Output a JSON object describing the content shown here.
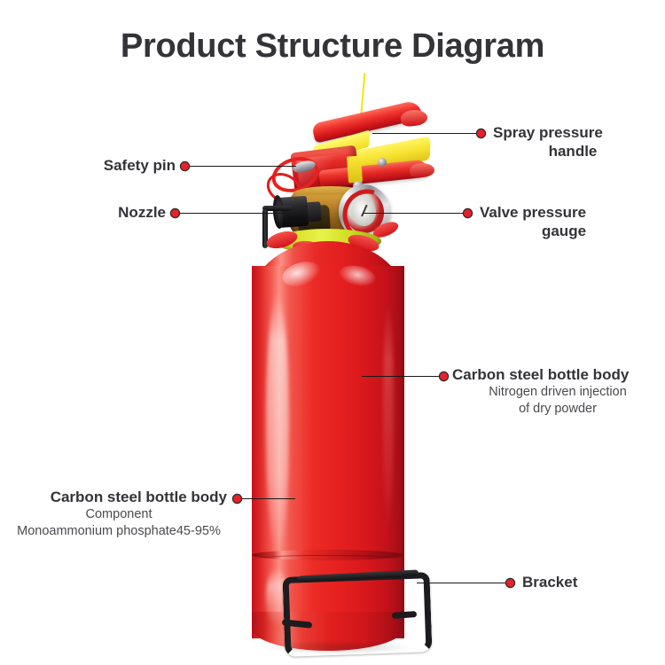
{
  "title": "Product Structure Diagram",
  "product": {
    "name": "fire-extinguisher",
    "colors": {
      "cylinder_red": "#e21e1e",
      "dot_red": "#e8202a",
      "collar_yellow": "#e9f24a",
      "tag_yellow": "#f7e32a",
      "bracket_black": "#1c1c1f",
      "title_gray": "#333338",
      "leader_line": "#1a1a1a",
      "background": "#ffffff"
    }
  },
  "callouts": [
    {
      "id": "spray-pressure-handle",
      "main": "Spray pressure",
      "main2": "handle",
      "sub": [],
      "side": "right"
    },
    {
      "id": "safety-pin",
      "main": "Safety pin",
      "sub": [],
      "side": "left"
    },
    {
      "id": "nozzle",
      "main": "Nozzle",
      "sub": [],
      "side": "left"
    },
    {
      "id": "valve-pressure-gauge",
      "main": "Valve pressure",
      "main2": "gauge",
      "sub": [],
      "side": "right"
    },
    {
      "id": "carbon-steel-bottle-body-right",
      "main": "Carbon steel bottle body",
      "sub": [
        "Nitrogen driven injection",
        "of dry powder"
      ],
      "side": "right"
    },
    {
      "id": "carbon-steel-bottle-body-left",
      "main": "Carbon steel bottle body",
      "sub": [
        "Component",
        "Monoammonium phosphate45-95%"
      ],
      "side": "left"
    },
    {
      "id": "bracket",
      "main": "Bracket",
      "sub": [],
      "side": "right"
    }
  ]
}
